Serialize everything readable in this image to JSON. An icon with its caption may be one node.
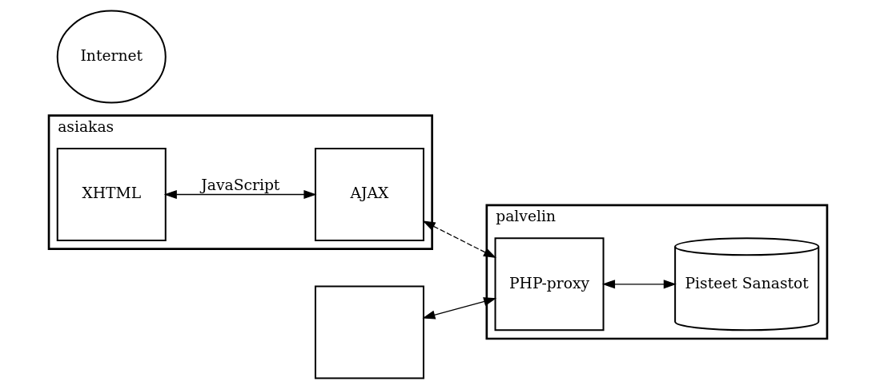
{
  "diagram": {
    "nodes": [
      {
        "text": [
          "asiakas"
        ]
      },
      {
        "text": [
          "XHTML"
        ],
        "in": 0
      },
      {
        "text": [
          "AJAX"
        ],
        "in": 0
      },
      {
        "text": [
          "palvelin"
        ]
      },
      {
        "text": [
          "PHP-proxy"
        ],
        "in": 3
      },
      {
        "text": [
          "Pisteet Sanastot"
        ],
        "in": 3
      },
      {
        "text": [],
        "shape": "box"
      },
      {
        "text": [
          "Internet"
        ]
      }
    ],
    "edges": [
      {
        "from": 1,
        "to": 2,
        "arrow": "both",
        "label": "JavaScript"
      },
      {
        "from": 4,
        "to": 5,
        "arrow": "both"
      },
      {
        "from": 2,
        "to": 4,
        "arrow": "both",
        "style": "dashed"
      },
      {
        "from": 6,
        "to": 4,
        "arrow": "both"
      }
    ]
  }
}
